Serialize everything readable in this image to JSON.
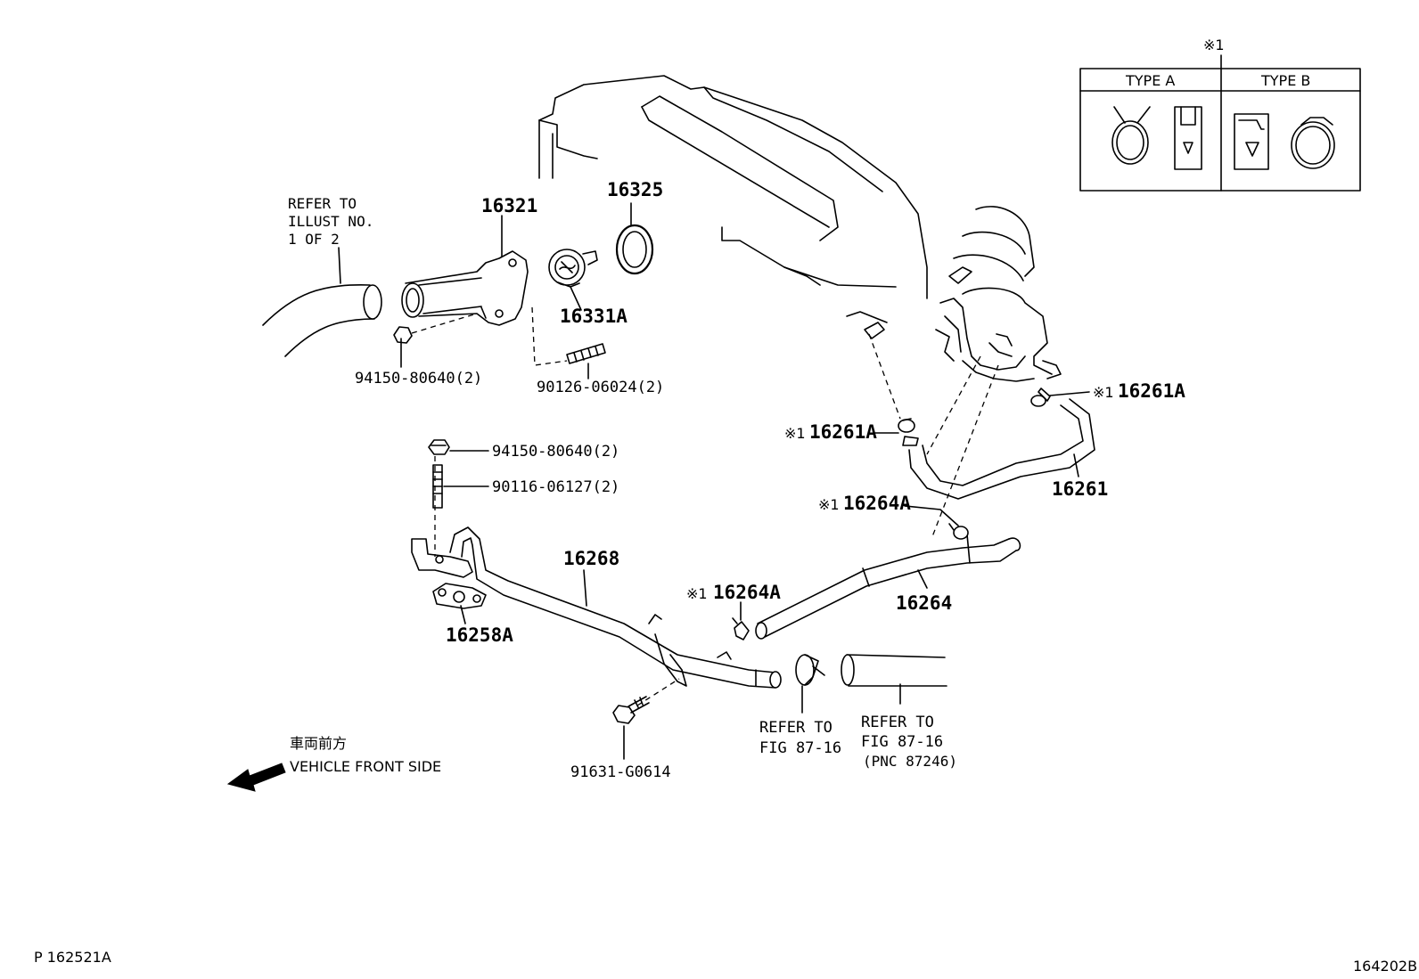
{
  "parts": {
    "p16321": "16321",
    "p16325": "16325",
    "p16331A": "16331A",
    "p94150_top": "94150-80640(2)",
    "p90126": "90126-06024(2)",
    "p94150_mid": "94150-80640(2)",
    "p90116": "90116-06127(2)",
    "p16268": "16268",
    "p16258A": "16258A",
    "p16264A_left": "16264A",
    "p16264A_right": "16264A",
    "p16264": "16264",
    "p16261A_left": "16261A",
    "p16261A_right": "16261A",
    "p16261": "16261",
    "p91631": "91631-G0614"
  },
  "marks": {
    "ref1": "※1",
    "m_16264A_left": "※1",
    "m_16264A_right": "※1",
    "m_16261A_left": "※1",
    "m_16261A_right": "※1"
  },
  "notes": {
    "refer_illust": [
      "REFER TO",
      "ILLUST NO.",
      "1 OF 2"
    ],
    "refer_fig_a": [
      "REFER TO",
      "FIG 87-16"
    ],
    "refer_fig_b": [
      "REFER TO",
      "FIG 87-16",
      "(PNC 87246)"
    ]
  },
  "legend": {
    "type_a": "TYPE A",
    "type_b": "TYPE B"
  },
  "direction": {
    "jp": "車両前方",
    "en": "VEHICLE FRONT SIDE"
  },
  "corners": {
    "bottom_left": "P 162521A",
    "bottom_right": "164202B"
  }
}
